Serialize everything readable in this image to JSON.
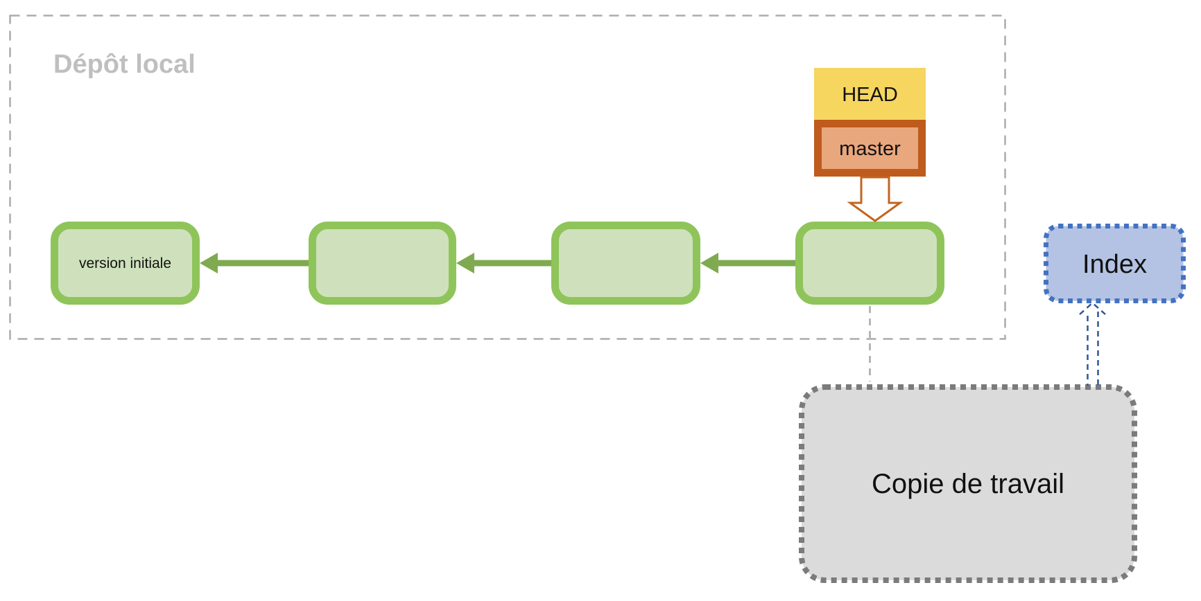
{
  "diagram": {
    "local_repository": {
      "label": "Dépôt local",
      "commits": [
        {
          "label": "version initiale"
        },
        {
          "label": ""
        },
        {
          "label": ""
        },
        {
          "label": ""
        }
      ]
    },
    "head_pointer": {
      "label": "HEAD"
    },
    "branch_pointer": {
      "label": "master"
    },
    "index_box": {
      "label": "Index"
    },
    "working_copy_box": {
      "label": "Copie de travail"
    },
    "colors": {
      "commit_fill": "#CFE1BC",
      "commit_border": "#8FC45A",
      "history_arrow_green": "#7FAA50",
      "head_fill": "#F6D65F",
      "master_fill": "#E9A77D",
      "master_border": "#BE5B1D",
      "pointer_arrow_outline": "#C2651F",
      "index_fill": "#B4C3E3",
      "index_border": "#4372C1",
      "working_copy_fill": "#DBDBDB",
      "working_copy_border": "#7B7B7B",
      "stage_arrow_blue": "#2F5597",
      "boundary_dash_gray": "#ABABAB",
      "connector_dash_gray": "#A8A8A8",
      "repo_label_gray": "#BFBFBF"
    }
  }
}
